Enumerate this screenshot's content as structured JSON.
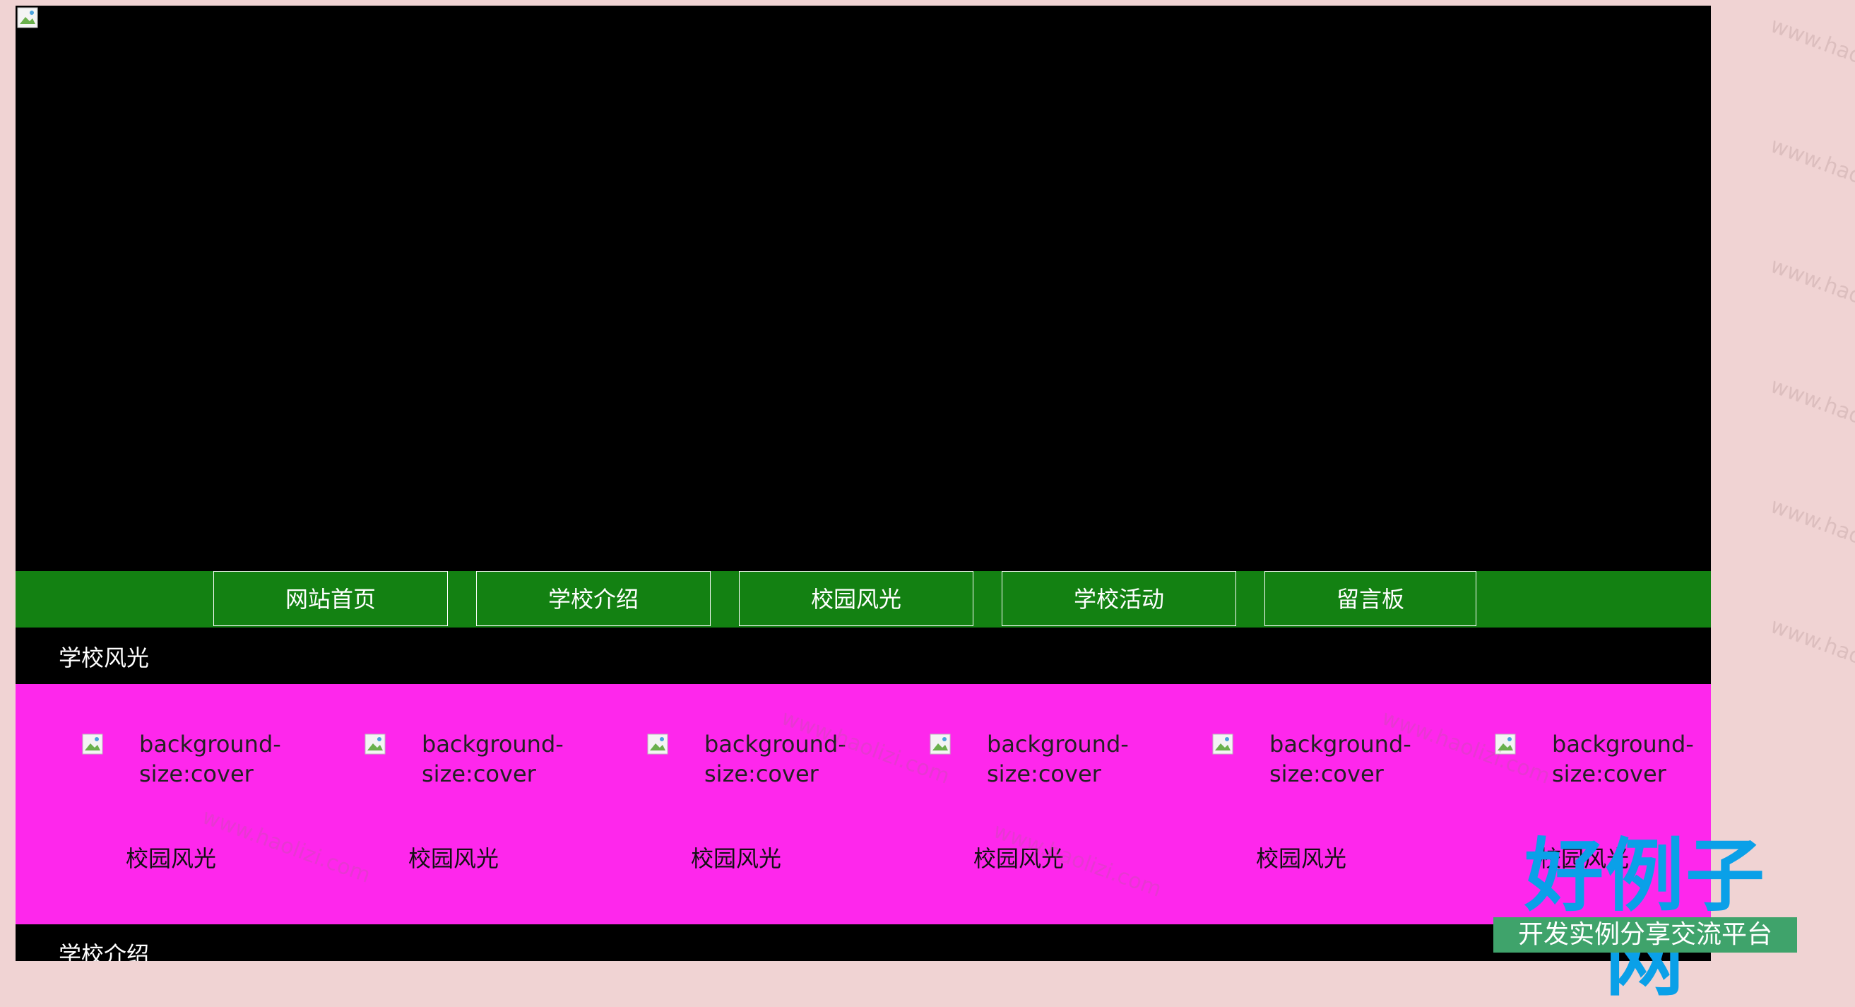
{
  "nav": {
    "items": [
      {
        "label": "网站首页"
      },
      {
        "label": "学校介绍"
      },
      {
        "label": "校园风光"
      },
      {
        "label": "学校活动"
      },
      {
        "label": "留言板"
      }
    ]
  },
  "sections": {
    "scenery_title": "学校风光",
    "intro_title": "学校介绍"
  },
  "gallery": {
    "items": [
      {
        "alt": "background-size:cover",
        "caption": "校园风光"
      },
      {
        "alt": "background-size:cover",
        "caption": "校园风光"
      },
      {
        "alt": "background-size:cover",
        "caption": "校园风光"
      },
      {
        "alt": "background-size:cover",
        "caption": "校园风光"
      },
      {
        "alt": "background-size:cover",
        "caption": "校园风光"
      },
      {
        "alt": "background-size:cover",
        "caption": "校园风光"
      }
    ]
  },
  "watermark": {
    "text": "www.haolizi.com"
  },
  "logo": {
    "title": "好例子网",
    "subtitle": "开发实例分享交流平台"
  },
  "colors": {
    "page_bg": "#f0d3d3",
    "nav_bg": "#138112",
    "gallery_bg": "#fe27ec",
    "header_bg": "#000000"
  }
}
